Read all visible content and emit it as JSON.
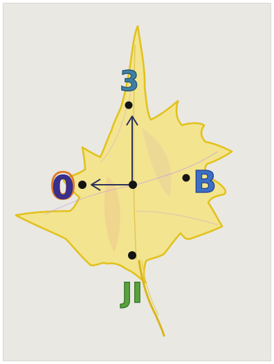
{
  "drawing": {
    "labels": {
      "top": "3",
      "left": "0",
      "right": "B",
      "bottom": "JI"
    },
    "colors": {
      "paper": "#e9e8e3",
      "leaf_fill": "#f3e48f",
      "leaf_outline": "#e2c21e",
      "leaf_shading": "#d99a7c",
      "leaf_vein_purple": "#b58bd0",
      "label_top": "#2c6a8c",
      "label_left_outer": "#e07a2a",
      "label_left_inner": "#2d2a86",
      "label_right": "#2a4fa8",
      "label_bottom": "#3f8f2f",
      "arrow": "#2a2f5a",
      "dot": "#141414"
    }
  }
}
